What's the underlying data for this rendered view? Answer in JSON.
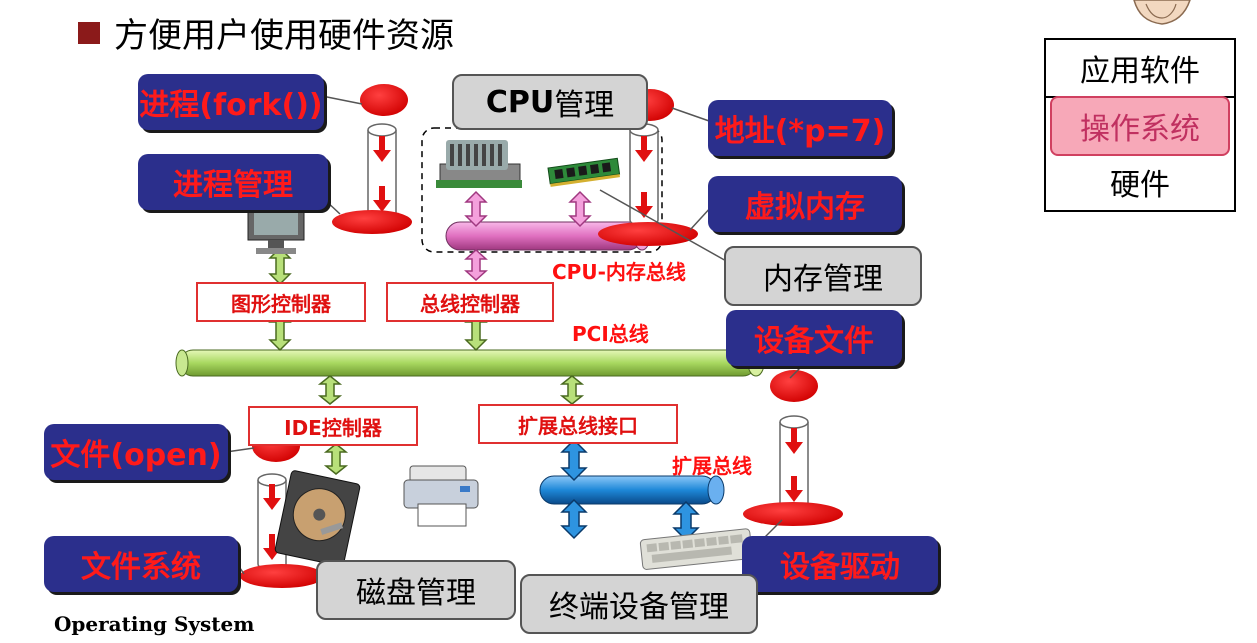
{
  "title": "方便用户使用硬件资源",
  "footer": "Operating System",
  "layers": [
    "应用软件",
    "操作系统",
    "硬件"
  ],
  "callouts": {
    "process_fork": "进程(fork())",
    "process_mgmt": "进程管理",
    "address": "地址(*p=7)",
    "virtual_memory": "虚拟内存",
    "device_file": "设备文件",
    "file_open": "文件(open)",
    "file_system": "文件系统",
    "device_driver": "设备驱动"
  },
  "gray_boxes": {
    "cpu_mgmt_bold": "CPU",
    "cpu_mgmt_rest": "管理",
    "memory_mgmt": "内存管理",
    "disk_mgmt": "磁盘管理",
    "terminal_mgmt": "终端设备管理"
  },
  "controllers": {
    "graphics": "图形控制器",
    "bus": "总线控制器",
    "ide": "IDE控制器",
    "expansion_interface": "扩展总线接口"
  },
  "bus_labels": {
    "cpu_memory_bus": "CPU-内存总线",
    "pci_bus": "PCI总线",
    "expansion_bus": "扩展总线"
  },
  "colors": {
    "callout_bg": "#2b2f8c",
    "callout_text": "#ff1a1a",
    "pci_bus": "#b8e07a",
    "cpu_bus": "#e070c0",
    "expansion_bus": "#1e88d8"
  }
}
